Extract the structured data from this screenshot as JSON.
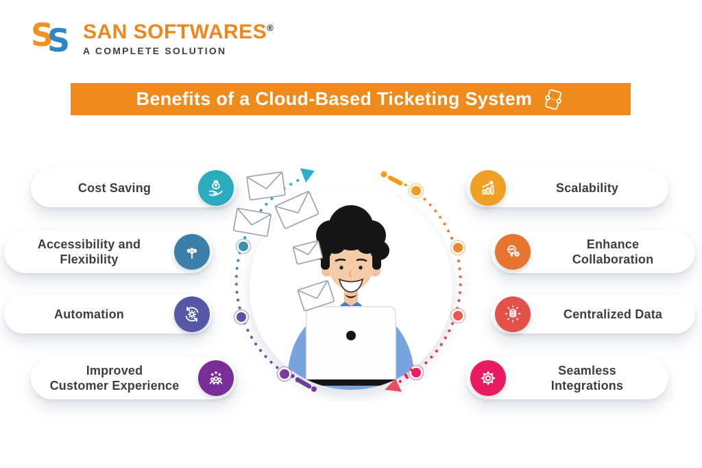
{
  "logo": {
    "monogram_letters": [
      "S",
      "S"
    ],
    "name": "SAN SOFTWARES",
    "registered": "®",
    "tagline": "A COMPLETE SOLUTION",
    "name_color": "#F0871E"
  },
  "banner": {
    "title": "Benefits of a Cloud-Based Ticketing System",
    "bg_color": "#EF8A1D",
    "icon": "ticket-icon"
  },
  "benefits": {
    "left": [
      {
        "label": "Cost Saving",
        "icon": "money-hand-icon",
        "color": "#2BABBE"
      },
      {
        "label": "Accessibility and\nFlexibility",
        "icon": "branching-arrows-icon",
        "color": "#3C7FA9"
      },
      {
        "label": "Automation",
        "icon": "gear-refresh-icon",
        "color": "#5557A7"
      },
      {
        "label": "Improved\nCustomer Experience",
        "icon": "customers-stars-icon",
        "color": "#7A2E98"
      }
    ],
    "right": [
      {
        "label": "Scalability",
        "icon": "growth-chart-icon",
        "color": "#F0A125"
      },
      {
        "label": "Enhance\nCollaboration",
        "icon": "bulb-gear-icon",
        "color": "#E87431"
      },
      {
        "label": "Centralized Data",
        "icon": "database-share-icon",
        "color": "#E2524A"
      },
      {
        "label": "Seamless\nIntegrations",
        "icon": "gear-icon",
        "color": "#EA1A5F"
      }
    ]
  },
  "illustration": {
    "arc_left_start": "#2BB3C0",
    "arc_left_end": "#7C3AA0",
    "arc_right_start": "#F49C1C",
    "arc_right_end": "#EA2160"
  }
}
